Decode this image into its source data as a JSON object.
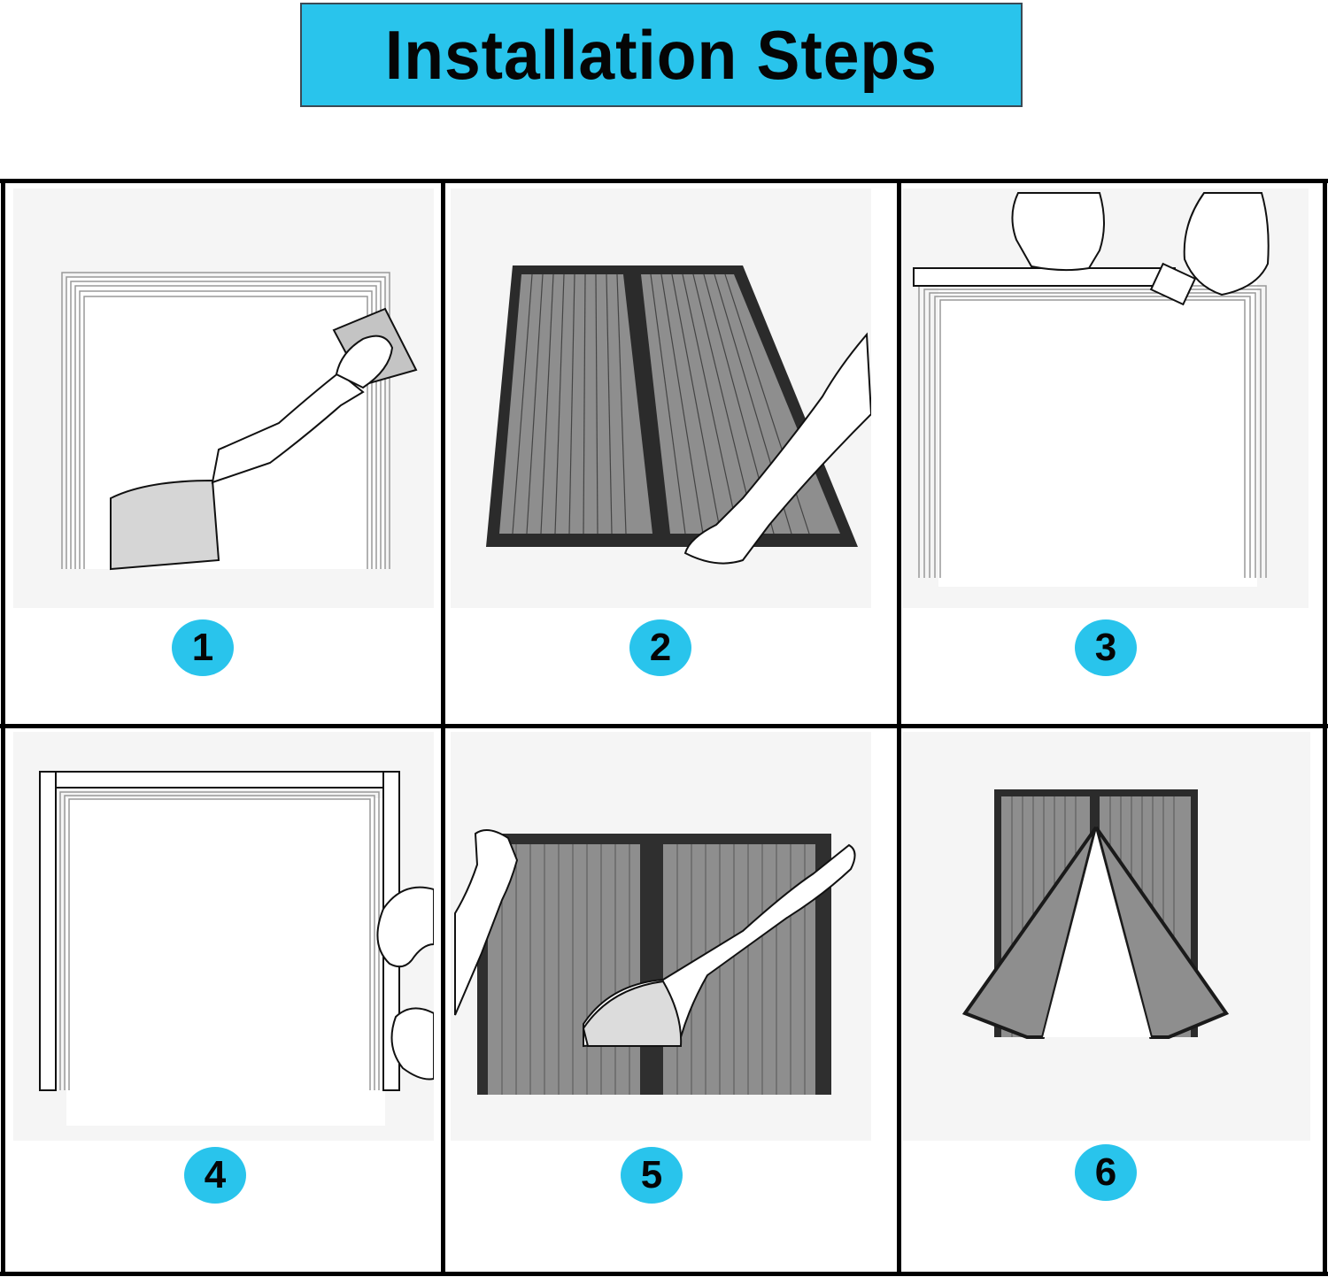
{
  "header": {
    "title": "Installation Steps",
    "banner_color": "#29c4ec"
  },
  "steps": [
    {
      "number": "1",
      "illustration": "hand-cleaning-door-frame-with-cloth"
    },
    {
      "number": "2",
      "illustration": "hand-laying-out-magnetic-screen-curtain"
    },
    {
      "number": "3",
      "illustration": "hands-applying-adhesive-strip-to-top-of-frame"
    },
    {
      "number": "4",
      "illustration": "hands-applying-adhesive-strip-to-side-of-frame"
    },
    {
      "number": "5",
      "illustration": "hands-pressing-screen-curtain-onto-frame"
    },
    {
      "number": "6",
      "illustration": "installed-magnetic-screen-door-opening"
    }
  ],
  "colors": {
    "badge": "#29c4ec",
    "grid_line": "#000000",
    "screen_dark": "#2b2b2b",
    "screen_mesh": "#8a8a8a",
    "panel_bg": "#f5f5f5"
  }
}
